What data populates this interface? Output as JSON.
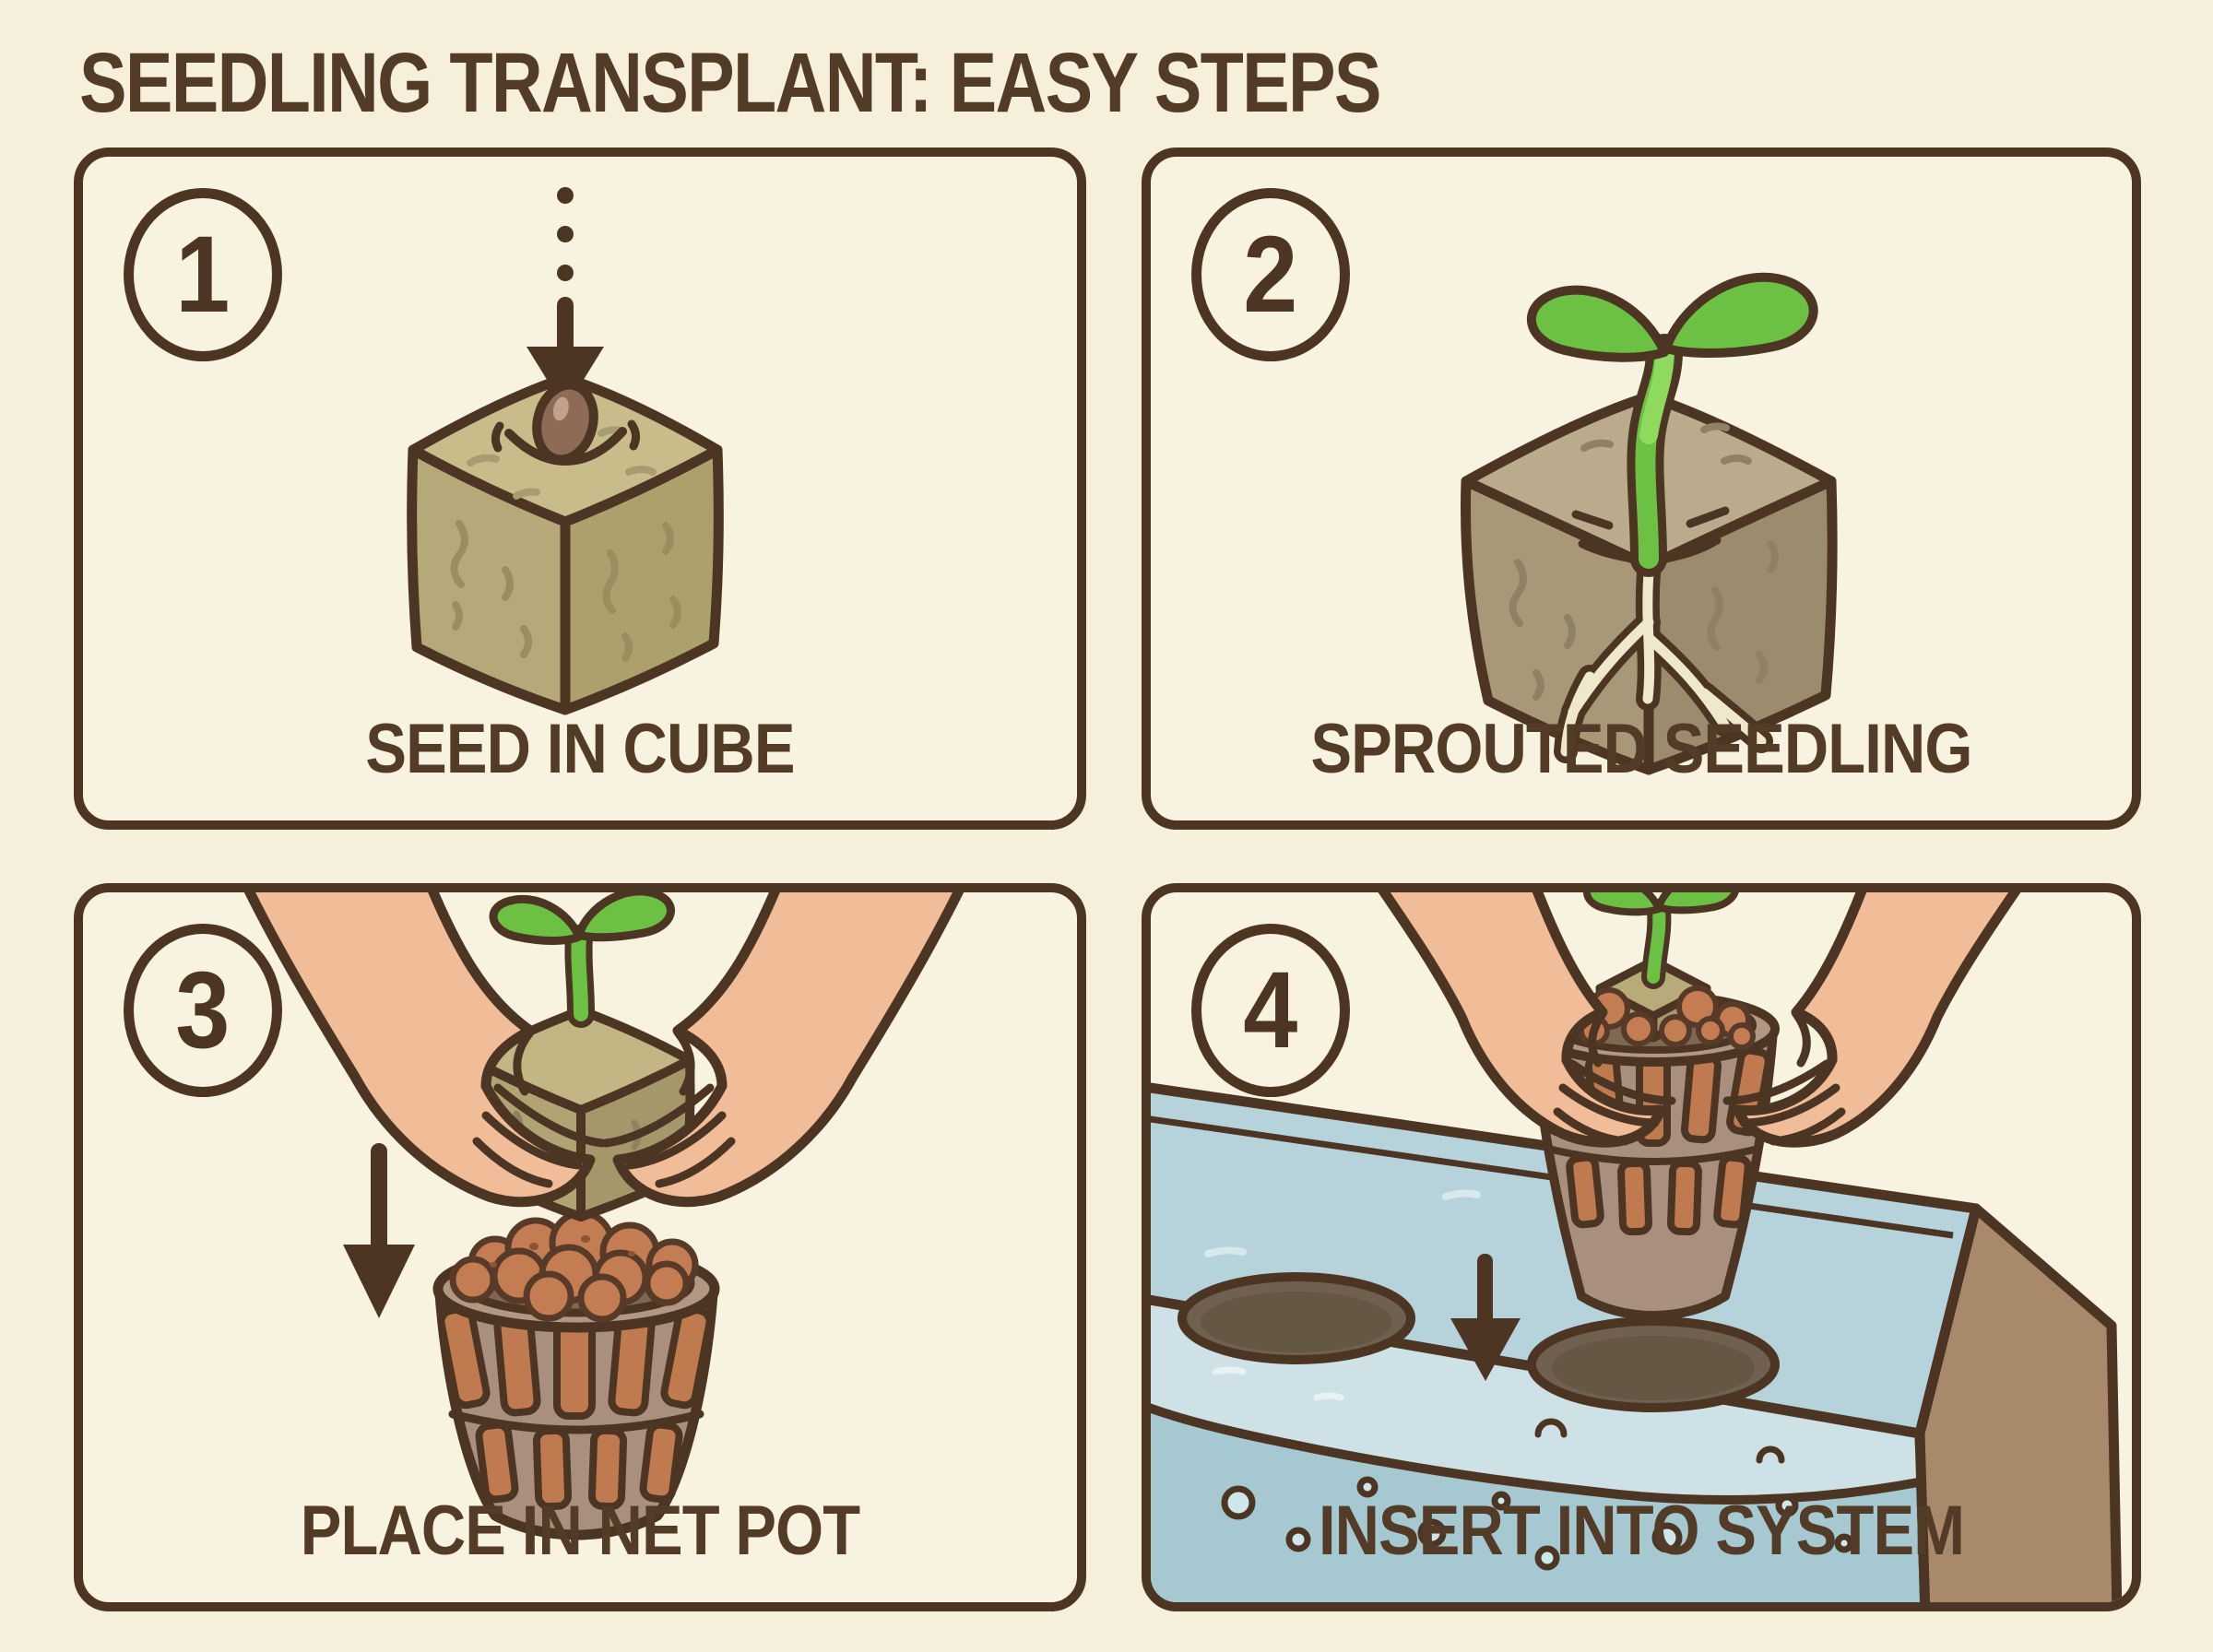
{
  "title": "SEEDLING TRANSPLANT: EASY STEPS",
  "steps": [
    {
      "number": "1",
      "caption": "SEED IN CUBE"
    },
    {
      "number": "2",
      "caption": "SPROUTED SEEDLING"
    },
    {
      "number": "3",
      "caption": "PLACE IN NET POT"
    },
    {
      "number": "4",
      "caption": "INSERT INTO SYSTEM"
    }
  ],
  "icons": {
    "step1": [
      "down-arrow-dotted-icon",
      "rockwool-cube-icon",
      "seed-icon"
    ],
    "step2": [
      "rockwool-cube-icon",
      "sprout-icon",
      "roots-icon"
    ],
    "step3": [
      "down-arrow-icon",
      "net-pot-icon",
      "clay-pebbles",
      "rockwool-cube-icon",
      "sprout-icon",
      "hands"
    ],
    "step4": [
      "down-arrow-icon",
      "hydroponic-reservoir",
      "lid-holes",
      "water",
      "bubbles",
      "net-pot-icon",
      "sprout-icon",
      "hands"
    ]
  },
  "colors": {
    "background": "#f6efdb",
    "panel_background": "#f8f2e1",
    "outline_brown": "#4c3623",
    "text_brown": "#533c27",
    "cube_khaki_top": "#c9bc8b",
    "cube_khaki_left": "#b5a979",
    "cube_khaki_right": "#aca06d",
    "cube_brown_top": "#b9ab8b",
    "cube_brown_left": "#a89878",
    "cube_brown_right": "#9c8c6e",
    "sprout_green": "#6cc144",
    "root_cream": "#efe8cd",
    "seed_brown": "#8e6b56",
    "skin": "#f0bd98",
    "net_pot": "#a98f7d",
    "net_pot_rim": "#b29884",
    "clay_pebble": "#c47c52",
    "lid_blue": "#b6d2da",
    "water_light": "#cde1e6",
    "water_deep": "#a6c8d1",
    "hole_dark": "#6f6050",
    "tank_side_brown": "#a8896a"
  }
}
